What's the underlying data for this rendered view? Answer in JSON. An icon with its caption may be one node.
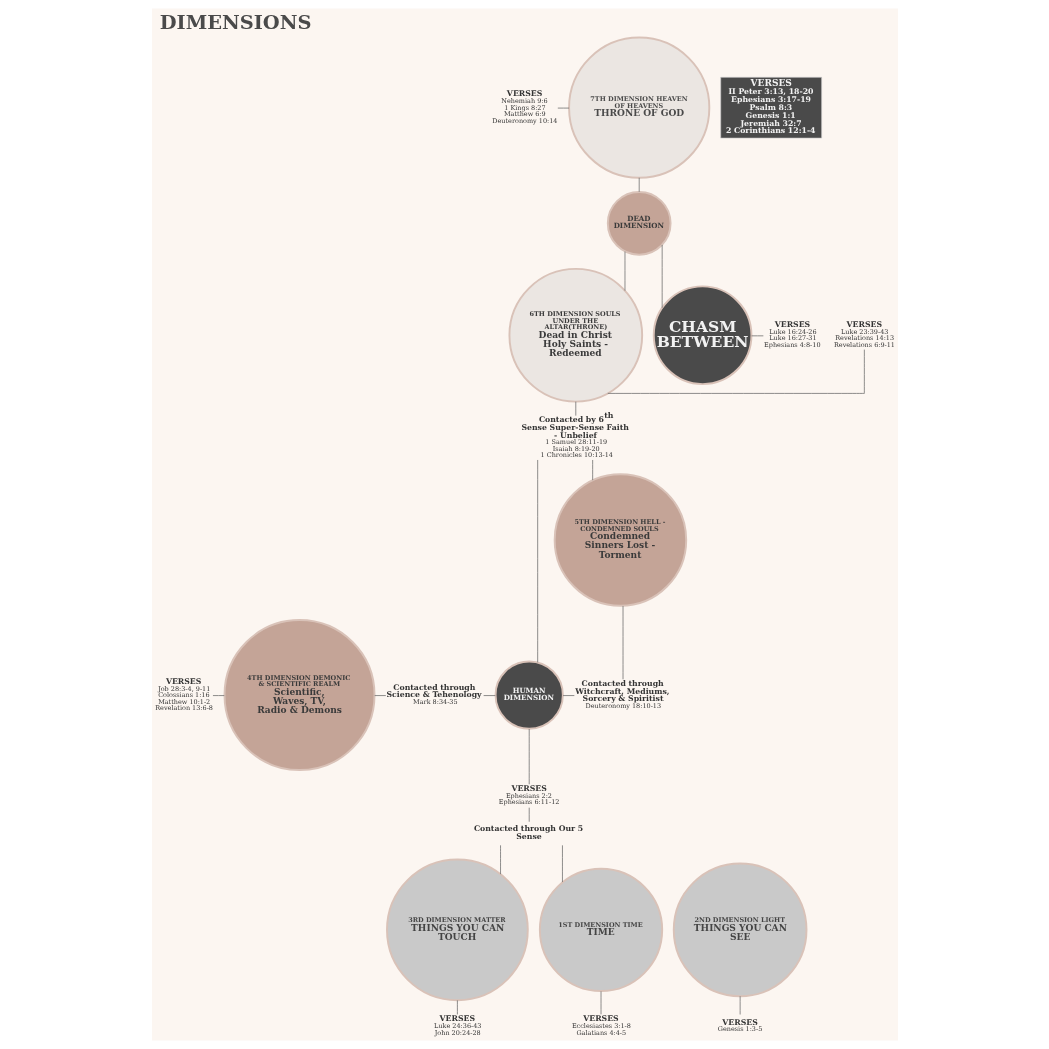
{
  "diagram": {
    "title": "DIMENSIONS",
    "nodes": [
      {
        "text": [
          "7TH DIMENSION HEAVEN OF HEAVENS",
          "THRONE OF GOD"
        ]
      },
      {
        "text": [
          "VERSES",
          "Nehemiah 9:6",
          "1 Kings 8:27",
          "Matthew 6:9",
          "Deuteronomy 10:14"
        ]
      },
      {
        "text": [
          "DEAD DIMENSION"
        ]
      },
      {
        "text": [
          "CHASM BETWEEN"
        ]
      },
      {
        "text": [
          "VERSES",
          "Luke 16:24-26",
          "Luke 16:27-31",
          "Ephesians 4:8-10"
        ]
      },
      {
        "text": [
          "6TH DIMENSION SOULS UNDER THE ALTAR(THRONE)",
          "Dead in Christ Holy Saints - Redeemed"
        ]
      },
      {
        "text": [
          "VERSES",
          "Luke 23:39-43",
          "Revelations 14:13",
          "Revelations 6:9-11"
        ]
      },
      {
        "text": [
          "Contacted by 6$^{th}$ Sense Super-Sense Faith - Unbelief",
          "1 Samuel 28:11-19",
          "Isaiah 8:19-20",
          "1 Chronicles 10:13-14"
        ]
      },
      {
        "text": [
          "5TH DIMENSION HELL - CONDEMNED SOULS",
          "Condemned Sinners Lost - Torment"
        ]
      },
      {
        "text": [
          "HUMAN DIMENSION"
        ]
      },
      {
        "text": [
          "4TH DIMENSION DEMONIC & SCIENTIFIC REALM",
          "Scientific, Waves, TV, Radio & Demons"
        ]
      },
      {
        "text": [
          "VERSES",
          "Job 28:3-4, 9-11",
          "Colossians 1:16",
          "Matthew 10:1-2",
          "Revelation 13:6-8"
        ]
      },
      {
        "text": [
          "Contacted through Science & Tehenology",
          "Mark 8:34-35"
        ]
      },
      {
        "text": [
          "Contacted through Witchcraft, Mediums, Sorcery & Spiritist",
          "Deuteronomy 18:10-13"
        ]
      },
      {
        "text": [
          "VERSES",
          "Ephesians 2:2",
          "Ephesians 6:11-12"
        ]
      },
      {
        "text": [
          "Contacted through Our 5 Sense"
        ]
      },
      {
        "text": [
          "3RD DIMENSION MATTER",
          "THINGS YOU CAN TOUCH"
        ]
      },
      {
        "text": [
          "2ND DIMENSION LIGHT",
          "THINGS YOU CAN SEE"
        ]
      },
      {
        "text": [
          "1ST DIMENSION TIME",
          "TIME"
        ]
      },
      {
        "text": [
          "VERSES",
          "Luke 24:36-43",
          "John 20:24-28"
        ]
      },
      {
        "text": [
          "VERSES",
          "Genesis 1:3-5"
        ]
      },
      {
        "text": [
          "VERSES",
          "Ecclesiastes 3:1-8",
          "Galatians 4:4-5"
        ]
      },
      {
        "text": [
          "VERSES",
          "II Peter 3:13, 18-20",
          "Ephesians 3:17-19",
          "Psalm 8:3",
          "Genesis 1:1",
          "Jeremiah 32:7",
          "2 Corinthians 12:1-4"
        ]
      }
    ],
    "edges": [
      {
        "from": 0,
        "to": 2,
        "arrow": "none"
      },
      {
        "from": 1,
        "to": 0,
        "arrow": "none"
      },
      {
        "from": 2,
        "to": 3,
        "arrow": "none"
      },
      {
        "from": 2,
        "to": 5,
        "arrow": "none"
      },
      {
        "from": 3,
        "to": 4,
        "arrow": "none"
      },
      {
        "from": 6,
        "to": 5,
        "arrow": "none"
      },
      {
        "from": 5,
        "to": 7,
        "arrow": "none"
      },
      {
        "from": 7,
        "to": 8,
        "arrow": "none"
      },
      {
        "from": 7,
        "to": 9,
        "arrow": "none"
      },
      {
        "from": 11,
        "to": 10,
        "arrow": "none"
      },
      {
        "from": 10,
        "to": 12,
        "arrow": "none"
      },
      {
        "from": 12,
        "to": 9,
        "arrow": "none"
      },
      {
        "from": 9,
        "to": 13,
        "arrow": "none"
      },
      {
        "from": 13,
        "to": 8,
        "arrow": "none"
      },
      {
        "from": 9,
        "to": 14,
        "arrow": "none"
      },
      {
        "from": 14,
        "to": 15,
        "arrow": "none"
      },
      {
        "from": 15,
        "to": 16,
        "arrow": "none"
      },
      {
        "from": 15,
        "to": 18,
        "arrow": "none"
      },
      {
        "from": 16,
        "to": 19,
        "arrow": "none"
      },
      {
        "from": 17,
        "to": 20,
        "arrow": "none"
      },
      {
        "from": 18,
        "to": 21,
        "arrow": "none"
      }
    ]
  }
}
